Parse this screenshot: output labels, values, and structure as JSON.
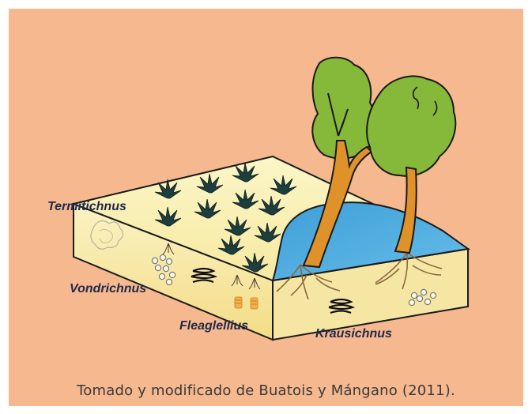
{
  "labels": {
    "termitichnus": "Termitichnus",
    "vondrichnus": "Vondrichnus",
    "fleaglellius": "Fleaglellius",
    "krausichnus": "Krausichnus"
  },
  "caption": "Tomado y modificado de Buatois y Mángano (2011).",
  "colors": {
    "background": "#f6b88f",
    "sediment": "#fbf0a8",
    "water": "#4aa8dd",
    "foliage": "#86b83a",
    "trunk": "#e0922a",
    "outline": "#1a1a1a"
  }
}
